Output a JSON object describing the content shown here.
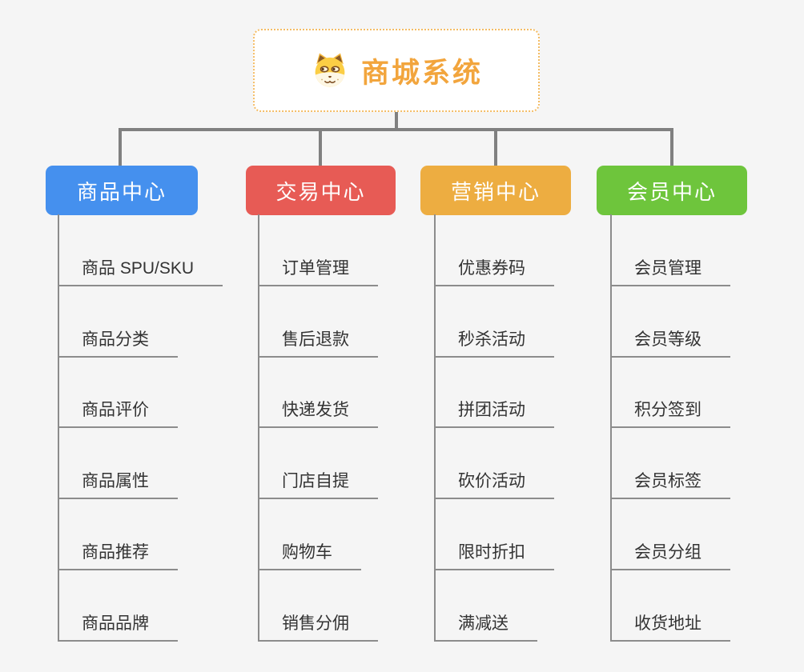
{
  "root": {
    "label": "商城系统",
    "icon": "dog-icon"
  },
  "branches": [
    {
      "label": "商品中心",
      "color": "#4590EE",
      "items": [
        "商品 SPU/SKU",
        "商品分类",
        "商品评价",
        "商品属性",
        "商品推荐",
        "商品品牌"
      ]
    },
    {
      "label": "交易中心",
      "color": "#E75B55",
      "items": [
        "订单管理",
        "售后退款",
        "快递发货",
        "门店自提",
        "购物车",
        "销售分佣"
      ]
    },
    {
      "label": "营销中心",
      "color": "#EDAD41",
      "items": [
        "优惠券码",
        "秒杀活动",
        "拼团活动",
        "砍价活动",
        "限时折扣",
        "满减送"
      ]
    },
    {
      "label": "会员中心",
      "color": "#6EC53C",
      "items": [
        "会员管理",
        "会员等级",
        "积分签到",
        "会员标签",
        "会员分组",
        "收货地址"
      ]
    }
  ],
  "colors": {
    "background": "#F5F5F5",
    "connector": "#808080",
    "leaf_line": "#8C8C8C",
    "leaf_text": "#333333",
    "root_text": "#F2A53D",
    "root_border": "#F4BC64"
  }
}
